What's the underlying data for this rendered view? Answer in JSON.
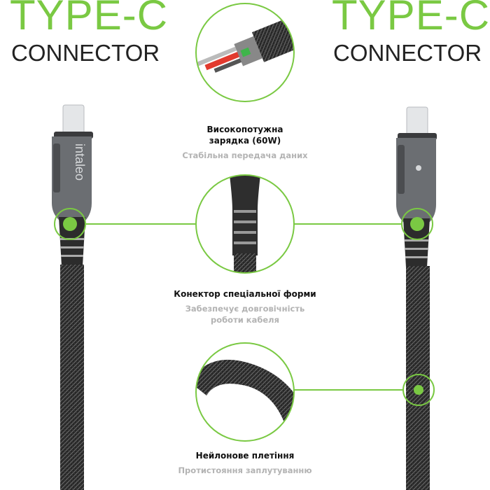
{
  "left_header": {
    "title": "TYPE-C",
    "subtitle": "CONNECTOR"
  },
  "right_header": {
    "title": "TYPE-C",
    "subtitle": "CONNECTOR"
  },
  "brand": "intaleo",
  "features": [
    {
      "title": "Високопотужна зарядка (60W)",
      "subtitle": "Стабільна передача даних"
    },
    {
      "title": "Конектор спеціальної форми",
      "subtitle": "Забезпечує довговічність роботи кабеля"
    },
    {
      "title": "Нейлонове плетіння",
      "subtitle": "Протистояння заплутуванню"
    }
  ],
  "colors": {
    "accent": "#7ac943",
    "cable": "#2b2b2b",
    "housing": "#6b6e72"
  }
}
